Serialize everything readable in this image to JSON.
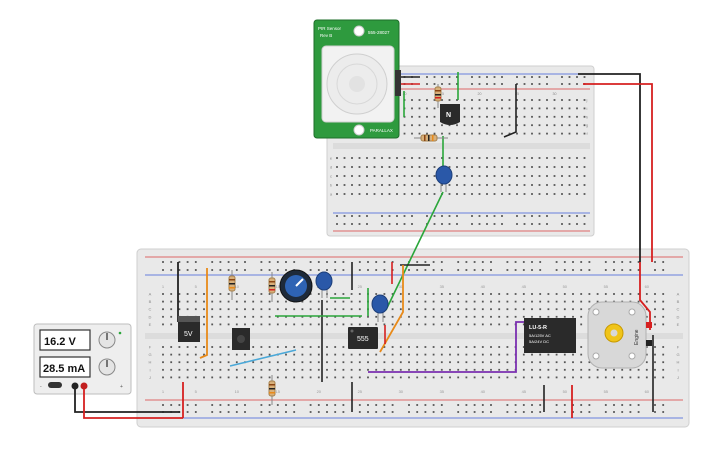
{
  "colors": {
    "board": "#e9e9e9",
    "board_edge": "#cfcfcf",
    "hole": "#555555",
    "rail_red": "#d83a3a",
    "rail_blue": "#3a5bd8",
    "wire_red": "#d62020",
    "wire_black": "#222222",
    "wire_green": "#2aa63a",
    "wire_orange": "#e88a1a",
    "wire_purple": "#7a2fb0",
    "wire_lightblue": "#4aa8d8",
    "pir_green": "#2e9a3e",
    "cap_blue": "#2a58a8",
    "psu_body": "#eeeeee",
    "display_bg": "#ffffff"
  },
  "pir": {
    "title_line1": "PIR Sensor",
    "title_line2": "Rev B",
    "part": "555-28027",
    "brand": "PARALLAX"
  },
  "top_board": {
    "col_labels": [
      "1",
      "5",
      "10",
      "15",
      "20",
      "25",
      "30"
    ],
    "row_labels_top": [
      "j",
      "i",
      "h",
      "g",
      "f"
    ],
    "row_labels_bottom": [
      "e",
      "d",
      "c",
      "b",
      "a"
    ]
  },
  "main_board": {
    "col_labels": [
      "1",
      "5",
      "10",
      "15",
      "20",
      "25",
      "30",
      "35",
      "40",
      "45",
      "50",
      "55",
      "60"
    ],
    "row_labels_left": [
      "A",
      "B",
      "C",
      "D",
      "E",
      "F",
      "G",
      "H",
      "I",
      "J"
    ],
    "row_labels_right": [
      "A",
      "B",
      "C",
      "D",
      "E",
      "F",
      "G",
      "H",
      "I",
      "J"
    ]
  },
  "components": {
    "regulator_label": "5V",
    "timer_label": "555",
    "transistor_label": "N",
    "relay_label_line1": "LU-5-R",
    "relay_label_line2": "5A/125V AC",
    "relay_label_line3": "5A/24V DC",
    "motor_label": "Engine"
  },
  "power_supply": {
    "voltage": "16.2 V",
    "current": "28.5 mA",
    "minus_label": "-",
    "plus_label": "+"
  }
}
